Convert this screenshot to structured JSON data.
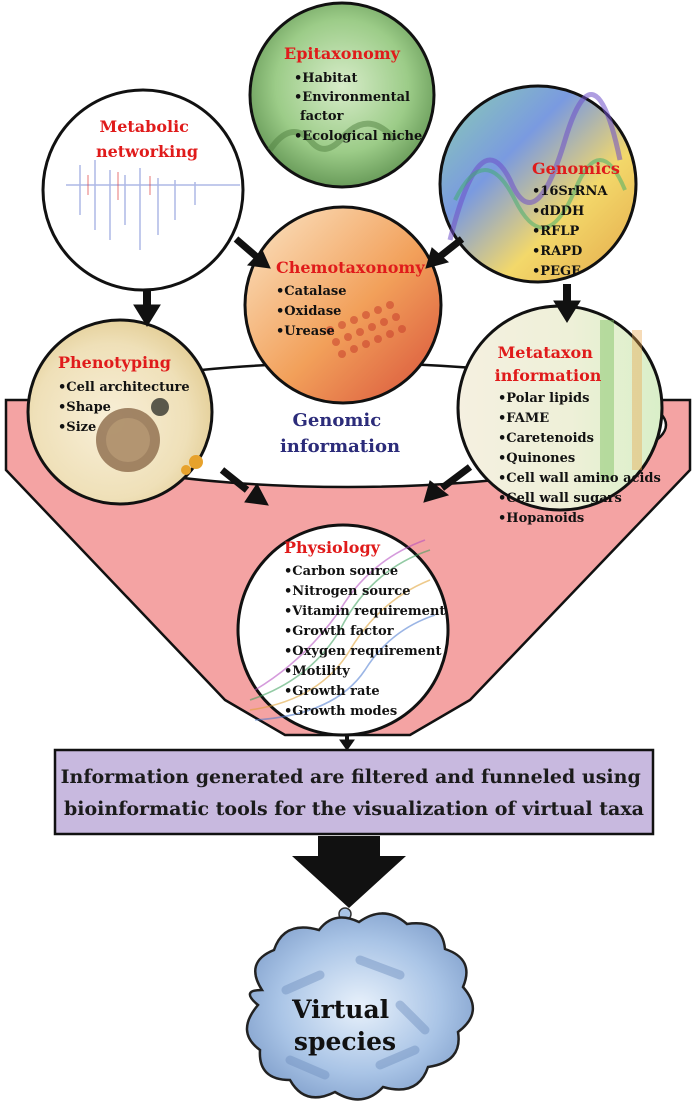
{
  "nodes": {
    "epitaxonomy": {
      "title": "Epitaxonomy",
      "items": [
        "•Habitat",
        "•Environmental",
        "factor",
        "•Ecological niche"
      ]
    },
    "metabolic": {
      "title_lines": [
        "Metabolic",
        "networking"
      ]
    },
    "genomics": {
      "title": "Genomics",
      "items": [
        "•16SrRNA",
        "•dDDH",
        "•RFLP",
        "•RAPD",
        "•PEGF"
      ]
    },
    "chemotaxonomy": {
      "title": "Chemotaxonomy",
      "items": [
        "•Catalase",
        "•Oxidase",
        "•Urease"
      ]
    },
    "phenotyping": {
      "title": "Phenotyping",
      "items": [
        "•Cell architecture",
        "•Shape",
        "•Size"
      ]
    },
    "metataxon": {
      "title_lines": [
        "Metataxon",
        "information"
      ],
      "items": [
        "•Polar lipids",
        "•FAME",
        "•Caretenoids",
        "•Quinones",
        "•Cell wall amino acids",
        "•Cell wall sugars",
        "•Hopanoids"
      ]
    },
    "physiology": {
      "title": "Physiology",
      "items": [
        "•Carbon source",
        "•Nitrogen source",
        "•Vitamin requirement",
        "•Growth factor",
        "•Oxygen requirement",
        "•Motility",
        "•Growth rate",
        "•Growth modes"
      ]
    }
  },
  "funnel_label": [
    "Genomic",
    "information"
  ],
  "banner": {
    "lines": [
      "Information generated are filtered and funneled using",
      "bioinformatic tools for the visualization of virtual taxa"
    ]
  },
  "result": {
    "lines": [
      "Virtual",
      "species"
    ]
  },
  "colors": {
    "title": "#e01b1b",
    "funnel": "#f4a3a3",
    "banner_fill": "#c8b9df",
    "genomic_information": "#2c2c7a"
  }
}
